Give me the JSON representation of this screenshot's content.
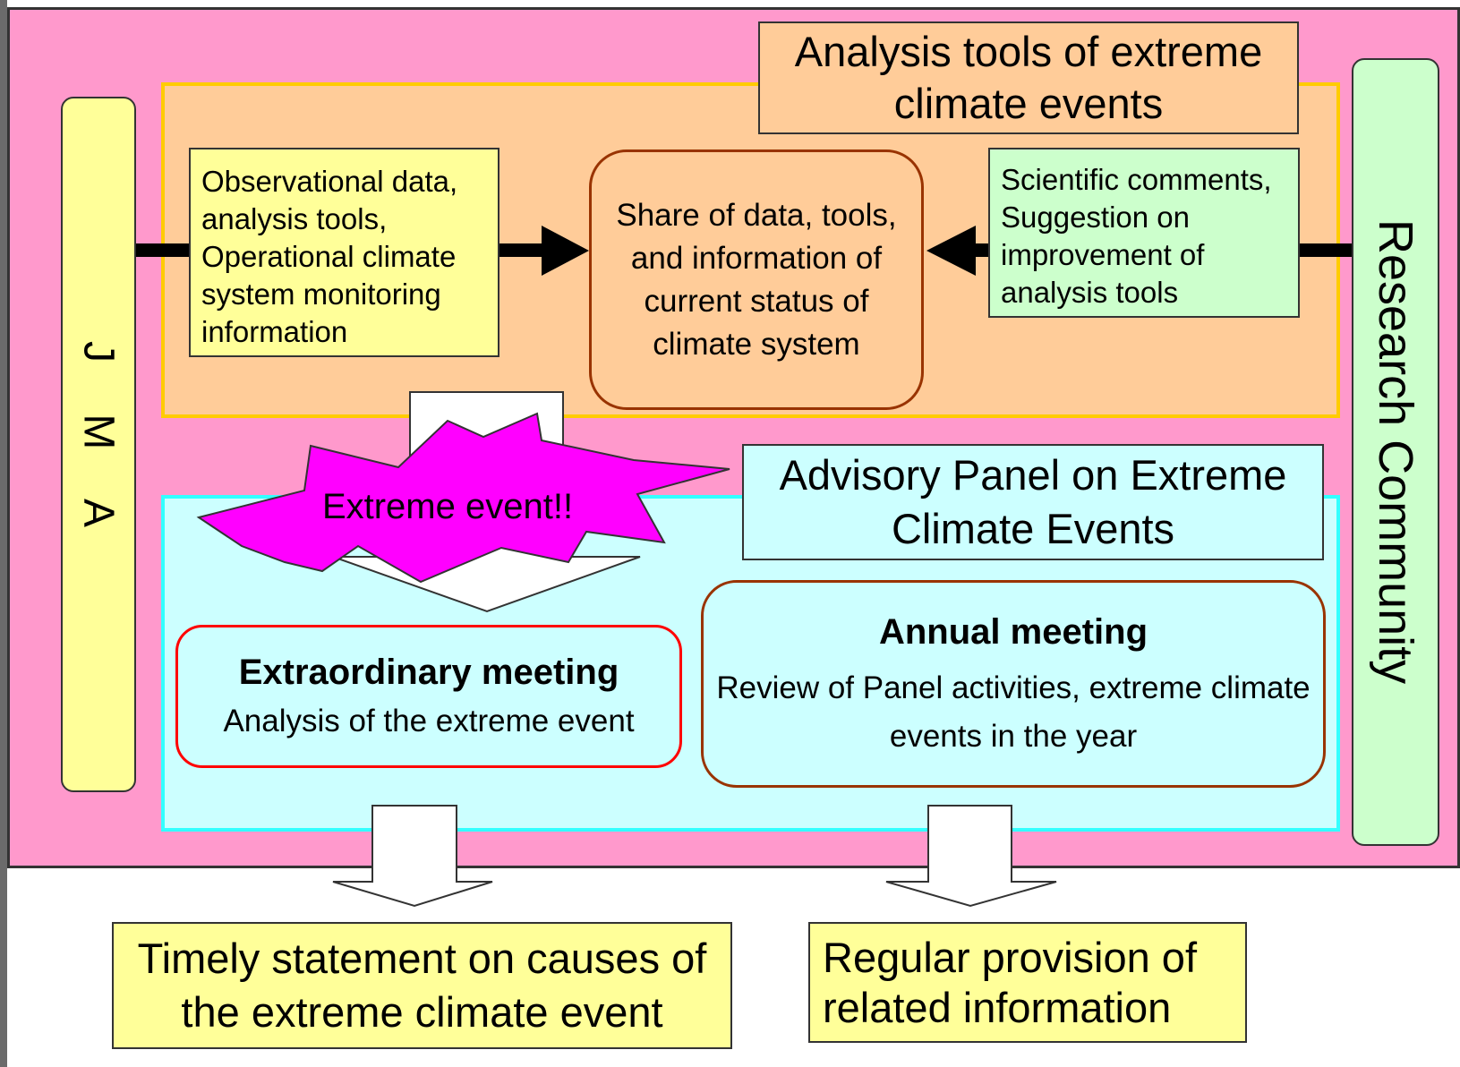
{
  "jma_label": "J M A",
  "research_community_label": "Research Community",
  "analysis_tools": {
    "title": "Analysis tools of extreme climate events",
    "jma_provides": "Observational data, analysis tools, Operational climate system monitoring information",
    "share": "Share of data, tools, and information of current status of climate system",
    "research_provides": "Scientific comments, Suggestion on improvement of analysis tools"
  },
  "extreme_event_label": "Extreme event!!",
  "advisory_panel": {
    "title": "Advisory Panel on Extreme Climate Events",
    "extraordinary_meeting": {
      "title": "Extraordinary meeting",
      "description": "Analysis of the extreme event"
    },
    "annual_meeting": {
      "title": "Annual meeting",
      "description": "Review of Panel activities, extreme climate events in the year"
    }
  },
  "outputs": {
    "timely_statement": "Timely statement on causes of the extreme climate event",
    "regular_provision": "Regular provision of related information"
  },
  "colors": {
    "frame_pink": "#ff99cc",
    "tools_orange": "#ffcc99",
    "jma_yellow": "#ffff99",
    "research_green": "#ccffcc",
    "panel_cyan": "#ccffff",
    "burst_magenta": "#ff00ff",
    "extraordinary_border": "#ff0000",
    "annual_border": "#993300"
  }
}
